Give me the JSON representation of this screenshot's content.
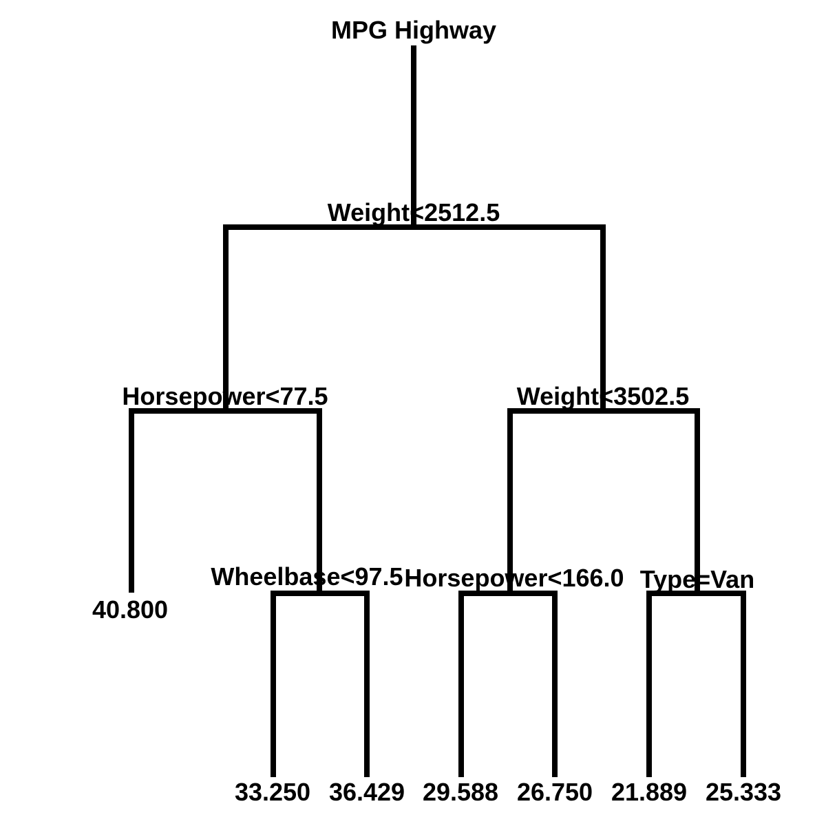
{
  "title": "MPG Highway",
  "nodes": {
    "root_split": "Weight<2512.5",
    "left_split": "Horsepower<77.5",
    "right_split": "Weight<3502.5",
    "wheelbase_split": "Wheelbase<97.5",
    "horsepower2_split": "Horsepower<166.0",
    "type_split": "Type=Van"
  },
  "leaves": {
    "leaf_1": "40.800",
    "leaf_2": "33.250",
    "leaf_3": "36.429",
    "leaf_4": "29.588",
    "leaf_5": "26.750",
    "leaf_6": "21.889",
    "leaf_7": "25.333"
  }
}
